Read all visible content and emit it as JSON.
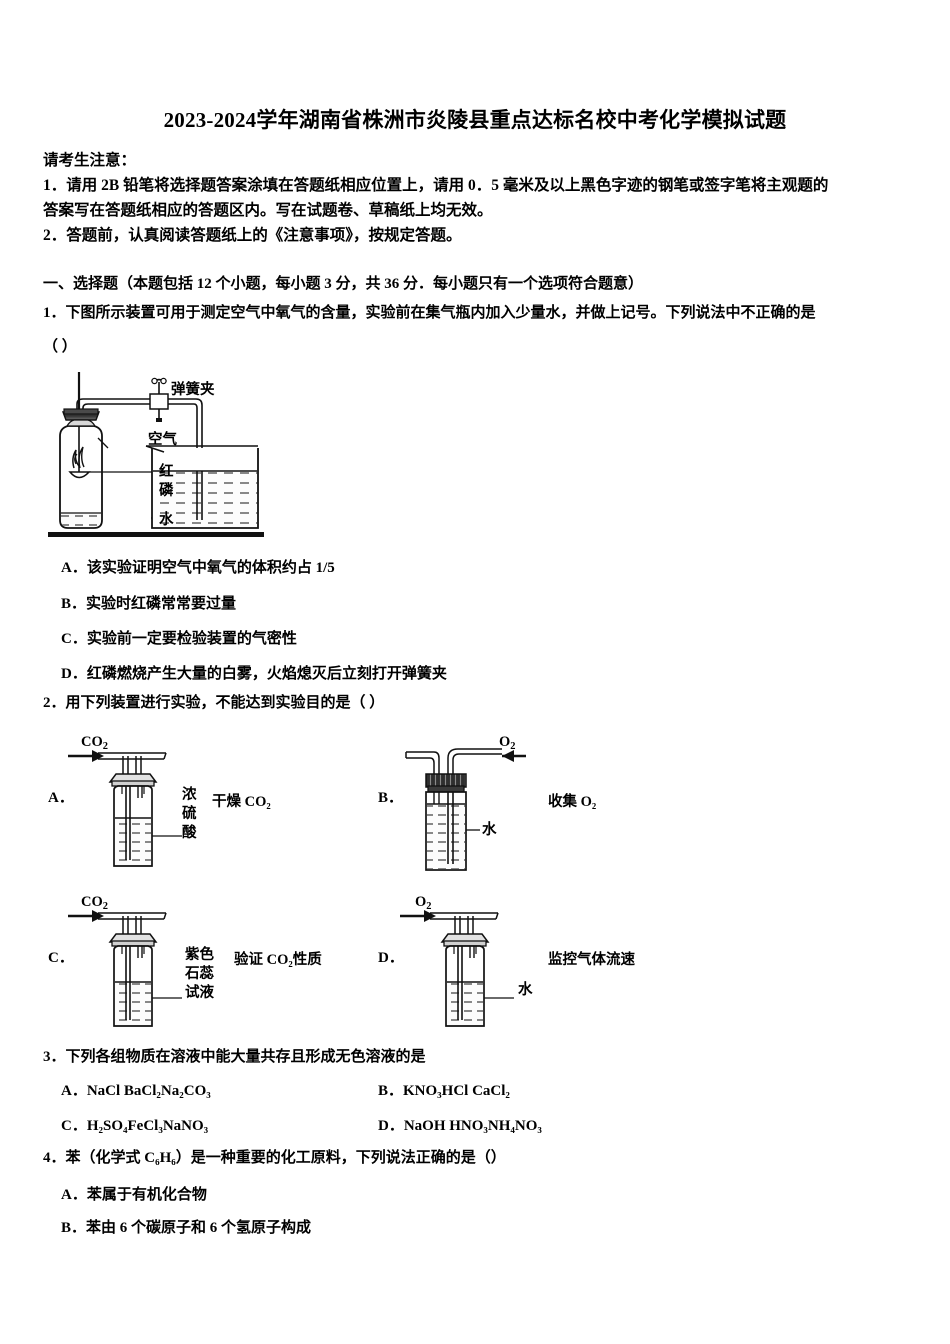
{
  "document": {
    "title": "2023-2024学年湖南省株洲市炎陵县重点达标名校中考化学模拟试题",
    "notice_heading": "请考生注意：",
    "notice_line_1": "1．请用 2B 铅笔将选择题答案涂填在答题纸相应位置上，请用 0．5 毫米及以上黑色字迹的钢笔或签字笔将主观题的",
    "notice_line_1b": "答案写在答题纸相应的答题区内。写在试题卷、草稿纸上均无效。",
    "notice_line_2": "2．答题前，认真阅读答题纸上的《注意事项》，按规定答题。",
    "section_heading": "一、选择题（本题包括 12 个小题，每小题 3 分，共 36 分．每小题只有一个选项符合题意）"
  },
  "questions": {
    "q1": {
      "stem": "1．下图所示装置可用于测定空气中氧气的含量，实验前在集气瓶内加入少量水，并做上记号。下列说法中不正确的是",
      "answer_paren": "（    ）",
      "figure_labels": {
        "spring_clip": "弹簧夹",
        "air": "空气",
        "red_phosphorus": "红磷",
        "water": "水"
      },
      "options": [
        "A．该实验证明空气中氧气的体积约占 1/5",
        "B．实验时红磷常常要过量",
        "C．实验前一定要检验装置的气密性",
        "D．红磷燃烧产生大量的白雾，火焰熄灭后立刻打开弹簧夹"
      ]
    },
    "q2": {
      "stem": "2．用下列装置进行实验，不能达到实验目的是（     ）",
      "letters": [
        "A．",
        "B．",
        "C．",
        "D．"
      ],
      "figures": [
        {
          "gas_in": "CO₂",
          "arrow_direction": "right",
          "liquid_label": "浓\n硫\n酸",
          "liquid_label_lines": [
            "浓",
            "硫",
            "酸"
          ],
          "purpose": "干燥 CO₂"
        },
        {
          "gas_in": "O₂",
          "arrow_direction": "left",
          "liquid_label_lines": [
            "水"
          ],
          "purpose": "收集 O₂"
        },
        {
          "gas_in": "CO₂",
          "arrow_direction": "right",
          "liquid_label_lines": [
            "紫色",
            "石蕊",
            "试液"
          ],
          "purpose": "验证 CO₂性质"
        },
        {
          "gas_in": "O₂",
          "arrow_direction": "right",
          "liquid_label_lines": [
            "水"
          ],
          "purpose": "监控气体流速"
        }
      ]
    },
    "q3": {
      "stem": "3．下列各组物质在溶液中能大量共存且形成无色溶液的是",
      "options": [
        "A．NaCl BaCl₂Na₂CO₃",
        "B．KNO₃HCl CaCl₂",
        "C．H₂SO₄FeCl₃NaNO₃",
        "D．NaOH HNO₃NH₄NO₃"
      ]
    },
    "q4": {
      "stem": "4．苯（化学式 C₆H₆）是一种重要的化工原料，下列说法正确的是（）",
      "options": [
        "A．苯属于有机化合物",
        "B．苯由 6 个碳原子和 6 个氢原子构成"
      ]
    }
  },
  "colors": {
    "text": "#000000",
    "background": "#ffffff",
    "line": "#1a1a1a",
    "stopper_dark": "#3d3d3d",
    "liquid_hatch": "#555555"
  }
}
